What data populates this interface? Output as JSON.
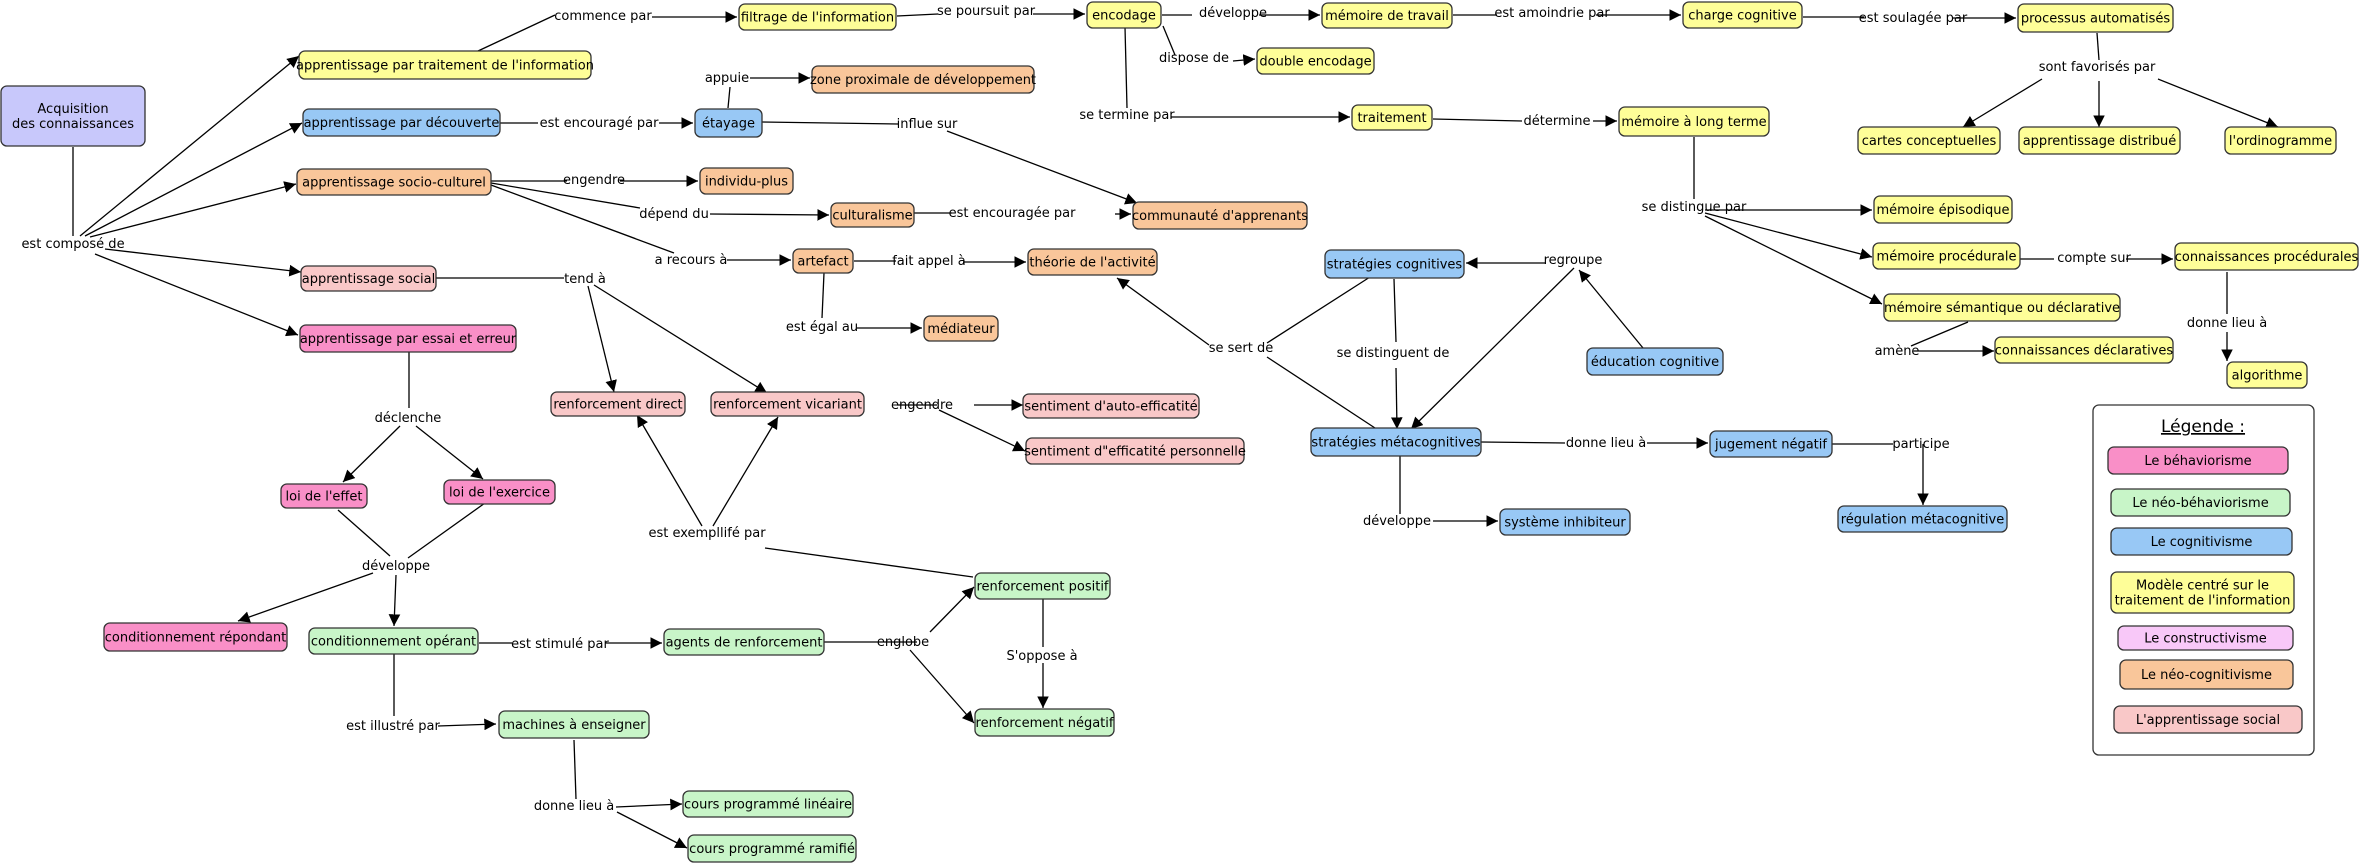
{
  "colors": {
    "behaviorisme": "#f98fc7",
    "neo_behaviorisme": "#c8f5c8",
    "cognitivisme": "#98c8f5",
    "traitement_info": "#fefe98",
    "constructivisme": "#f8c8f8",
    "neo_cognitivisme": "#f9c69a",
    "apprentissage_social": "#f9c8c8",
    "root": "#c8c8fb"
  },
  "nodes": {
    "acquisition": {
      "line1": "Acquisition",
      "line2": "des connaissances"
    },
    "traitement_information": "apprentissage par traitement de l'information",
    "filtrage": "filtrage de l'information",
    "encodage": "encodage",
    "memoire_travail": "mémoire de travail",
    "charge_cognitive": "charge cognitive",
    "processus_automatises": "processus automatisés",
    "double_encodage": "double encodage",
    "traitement": "traitement",
    "memoire_long_terme": "mémoire à long terme",
    "cartes_conceptuelles": "cartes conceptuelles",
    "apprentissage_distribue": "apprentissage distribué",
    "ordinogramme": "l'ordinogramme",
    "decouverte": "apprentissage par découverte",
    "etayage": "étayage",
    "zpd": "zone proximale de développement",
    "socio_culturel": "apprentissage socio-culturel",
    "individu_plus": "individu-plus",
    "culturalisme": "culturalisme",
    "communaute": "communauté d'apprenants",
    "artefact": "artefact",
    "theorie_activite": "théorie de l'activité",
    "mediateur": "médiateur",
    "apprentissage_social": "apprentissage social",
    "essai_erreur": "apprentissage par essai et erreur",
    "renforcement_direct": "renforcement direct",
    "renforcement_vicariant": "renforcement vicariant",
    "auto_efficacite": "sentiment d'auto-efficatité",
    "efficatite_personnelle": "sentiment d\"efficatité personnelle",
    "loi_effet": "loi de l'effet",
    "loi_exercice": "loi de l'exercice",
    "conditionnement_repondant": "conditionnement répondant",
    "conditionnement_operant": "conditionnement opérant",
    "agents_renforcement": "agents de renforcement",
    "renforcement_positif": "renforcement positif",
    "renforcement_negatif": "renforcement négatif",
    "machines": "machines à enseigner",
    "cours_lineaire": "cours programmé linéaire",
    "cours_ramifie": "cours programmé ramifié",
    "strategies_cognitives": "stratégies cognitives",
    "strategies_metacognitives": "stratégies métacognitives",
    "education_cognitive": "éducation cognitive",
    "systeme_inhibiteur": "système inhibiteur",
    "jugement_negatif": "jugement négatif",
    "regulation_metacognitive": "régulation métacognitive",
    "memoire_episodique": "mémoire épisodique",
    "memoire_procedurale": "mémoire procédurale",
    "connaissances_procedurales": "connaissances procédurales",
    "memoire_semantique": "mémoire sémantique ou déclarative",
    "connaissances_declaratives": "connaissances déclaratives",
    "algorithme": "algorithme"
  },
  "links": {
    "commence_par": "commence par",
    "se_poursuit_par": "se poursuit par",
    "developpe": "développe",
    "est_amoindrie_par": "est amoindrie par",
    "est_soulagee_par": "est soulagée par",
    "dispose_de": "dispose de",
    "se_termine_par": "se termine par",
    "determine": "détermine",
    "sont_favorises_par": "sont favorisés par",
    "appuie": "appuie",
    "est_encourage_par": "est encouragé par",
    "influe_sur": "influe sur",
    "engendre": "engendre",
    "depend_du": "dépend du",
    "est_encouragee_par": "est encouragée par",
    "a_recours_a": "a recours à",
    "fait_appel_a": "fait appel à",
    "est_egal_au": "est égal au",
    "est_compose_de": "est composé de",
    "tend_a": "tend à",
    "engendre_2": "engendre",
    "declenche": "déclenche",
    "developpe_2": "développe",
    "est_exemplifie_par": "est exempllifé par",
    "est_stimule_par": "est stimulé par",
    "englobe": "englobe",
    "s_oppose_a": "S'oppose à",
    "est_illustre_par": "est illustré par",
    "donne_lieu_a": "donne lieu à",
    "se_sert_de": "se sert de",
    "se_distinguent_de": "se distinguent de",
    "regroupe": "regroupe",
    "developpe_3": "développe",
    "donne_lieu_a_2": "donne lieu à",
    "participe": "participe",
    "se_distingue_par": "se distingue par",
    "compte_sur": "compte sur",
    "amene": "amène",
    "donne_lieu_a_3": "donne lieu à"
  },
  "legend": {
    "title": "Légende :",
    "behaviorisme": "Le béhaviorisme",
    "neo_behaviorisme": "Le néo-béhaviorisme",
    "cognitivisme": "Le cognitivisme",
    "modele_line1": "Modèle centré sur le",
    "modele_line2": "traitement de l'information",
    "constructivisme": "Le constructivisme",
    "neo_cognitivisme": "Le néo-cognitivisme",
    "apprentissage_social": "L'apprentissage social"
  }
}
